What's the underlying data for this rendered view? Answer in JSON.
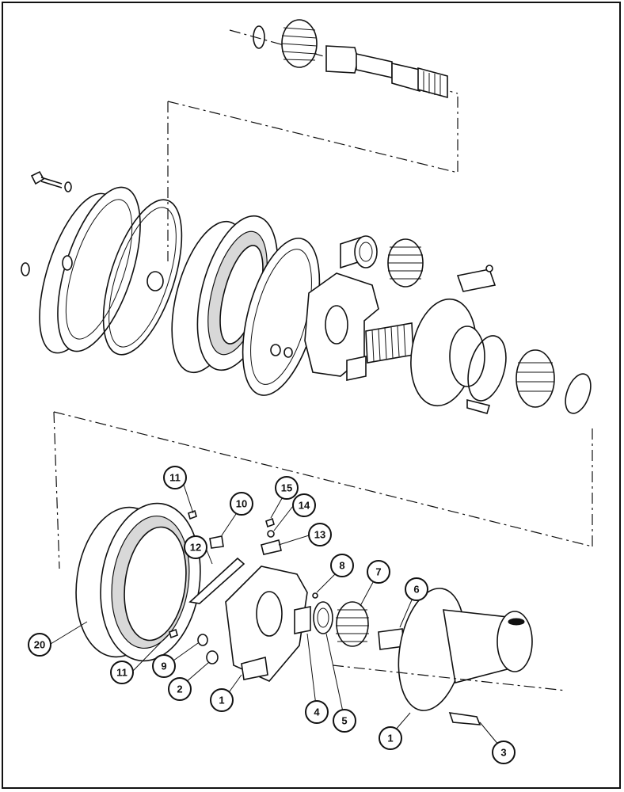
{
  "callouts": {
    "c1a": "1",
    "c1b": "1",
    "c2": "2",
    "c3": "3",
    "c4": "4",
    "c5": "5",
    "c6": "6",
    "c7": "7",
    "c8": "8",
    "c9": "9",
    "c10": "10",
    "c11a": "11",
    "c11b": "11",
    "c12": "12",
    "c13": "13",
    "c14": "14",
    "c15": "15",
    "c20": "20"
  }
}
